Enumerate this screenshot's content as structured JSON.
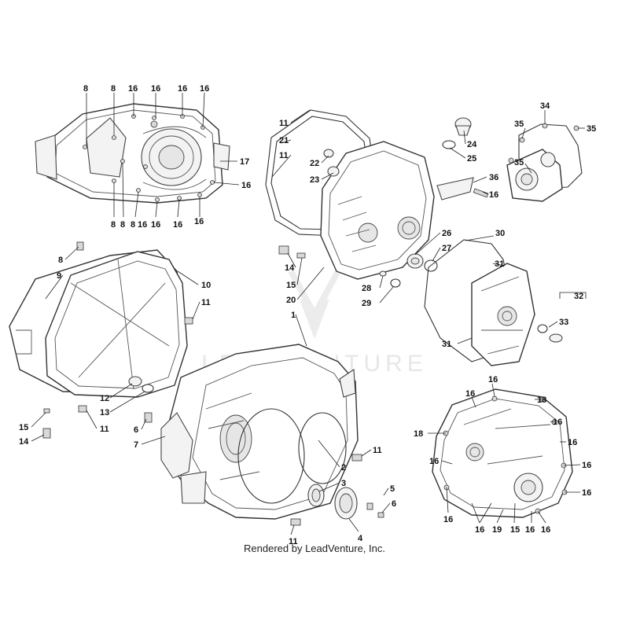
{
  "watermark": {
    "brand": "LEADVENTURE"
  },
  "footer": {
    "text": "Rendered by LeadVenture, Inc."
  },
  "callouts": [
    {
      "id": "c1",
      "label": "8"
    },
    {
      "id": "c2",
      "label": "8"
    },
    {
      "id": "c3",
      "label": "16"
    },
    {
      "id": "c4",
      "label": "16"
    },
    {
      "id": "c5",
      "label": "16"
    },
    {
      "id": "c6",
      "label": "16"
    },
    {
      "id": "c7",
      "label": "17"
    },
    {
      "id": "c8",
      "label": "16"
    },
    {
      "id": "c9",
      "label": "8"
    },
    {
      "id": "c10",
      "label": "8"
    },
    {
      "id": "c11",
      "label": "8"
    },
    {
      "id": "c12",
      "label": "16"
    },
    {
      "id": "c13",
      "label": "16"
    },
    {
      "id": "c14",
      "label": "16"
    },
    {
      "id": "c15",
      "label": "16"
    },
    {
      "id": "c16",
      "label": "11"
    },
    {
      "id": "c17",
      "label": "21"
    },
    {
      "id": "c18",
      "label": "11"
    },
    {
      "id": "c19",
      "label": "22"
    },
    {
      "id": "c20",
      "label": "23"
    },
    {
      "id": "c21",
      "label": "24"
    },
    {
      "id": "c22",
      "label": "25"
    },
    {
      "id": "c23",
      "label": "36"
    },
    {
      "id": "c24",
      "label": "16"
    },
    {
      "id": "c25",
      "label": "26"
    },
    {
      "id": "c26",
      "label": "27"
    },
    {
      "id": "c27",
      "label": "14"
    },
    {
      "id": "c28",
      "label": "15"
    },
    {
      "id": "c29",
      "label": "20"
    },
    {
      "id": "c30",
      "label": "28"
    },
    {
      "id": "c31",
      "label": "29"
    },
    {
      "id": "c32",
      "label": "34"
    },
    {
      "id": "c33",
      "label": "35"
    },
    {
      "id": "c34",
      "label": "35"
    },
    {
      "id": "c35",
      "label": "35"
    },
    {
      "id": "c36",
      "label": "30"
    },
    {
      "id": "c37",
      "label": "31"
    },
    {
      "id": "c38",
      "label": "32"
    },
    {
      "id": "c39",
      "label": "33"
    },
    {
      "id": "c40",
      "label": "31"
    },
    {
      "id": "c41",
      "label": "8"
    },
    {
      "id": "c42",
      "label": "9"
    },
    {
      "id": "c43",
      "label": "10"
    },
    {
      "id": "c44",
      "label": "11"
    },
    {
      "id": "c45",
      "label": "12"
    },
    {
      "id": "c46",
      "label": "13"
    },
    {
      "id": "c47",
      "label": "11"
    },
    {
      "id": "c48",
      "label": "15"
    },
    {
      "id": "c49",
      "label": "14"
    },
    {
      "id": "c50",
      "label": "1"
    },
    {
      "id": "c51",
      "label": "6"
    },
    {
      "id": "c52",
      "label": "7"
    },
    {
      "id": "c53",
      "label": "11"
    },
    {
      "id": "c54",
      "label": "2"
    },
    {
      "id": "c55",
      "label": "3"
    },
    {
      "id": "c56",
      "label": "5"
    },
    {
      "id": "c57",
      "label": "6"
    },
    {
      "id": "c58",
      "label": "4"
    },
    {
      "id": "c59",
      "label": "11"
    },
    {
      "id": "c60",
      "label": "16"
    },
    {
      "id": "c61",
      "label": "16"
    },
    {
      "id": "c62",
      "label": "18"
    },
    {
      "id": "c63",
      "label": "18"
    },
    {
      "id": "c64",
      "label": "16"
    },
    {
      "id": "c65",
      "label": "16"
    },
    {
      "id": "c66",
      "label": "16"
    },
    {
      "id": "c67",
      "label": "16"
    },
    {
      "id": "c68",
      "label": "16"
    },
    {
      "id": "c69",
      "label": "16"
    },
    {
      "id": "c70",
      "label": "16"
    },
    {
      "id": "c71",
      "label": "19"
    },
    {
      "id": "c72",
      "label": "15"
    },
    {
      "id": "c73",
      "label": "16"
    },
    {
      "id": "c74",
      "label": "16"
    }
  ]
}
